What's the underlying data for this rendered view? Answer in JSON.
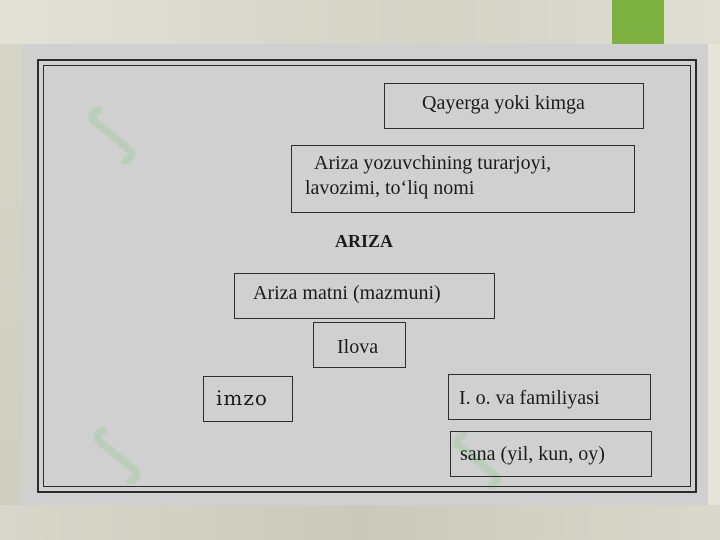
{
  "form": {
    "addressee": "Qayerga yoki kimga",
    "author_line1": "Ariza yozuvchining turarjoyi,",
    "author_line2": "lavozimi, to‘liq nomi",
    "title": "ARIZA",
    "body": "Ariza matni (mazmuni)",
    "attachment": "Ilova",
    "signature": "imzo",
    "full_name": "I. o. va familiyasi",
    "date": "sana (yil, kun, oy)"
  },
  "colors": {
    "accent": "#7cb142",
    "slide_bg": "#d0d0d0",
    "border": "#2b2b2b"
  }
}
